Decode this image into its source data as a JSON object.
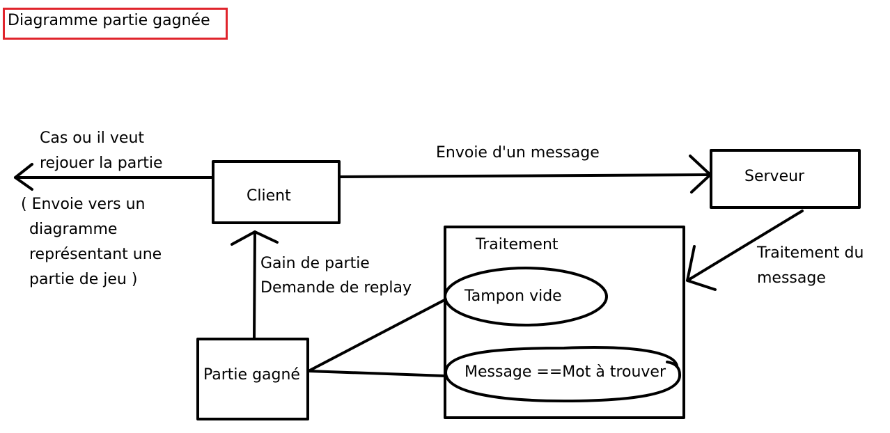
{
  "title": "Diagramme partie gagnée",
  "nodes": {
    "client": "Client",
    "serveur": "Serveur",
    "traitement": "Traitement",
    "tampon_vide": "Tampon vide",
    "message_mot": "Message ==Mot à trouver",
    "partie_gagne": "Partie gagné"
  },
  "labels": {
    "envoie_message": "Envoie d'un message",
    "rejouer": [
      "Cas ou il veut",
      "rejouer la partie"
    ],
    "envoie_diagramme": [
      "( Envoie vers un",
      "diagramme",
      "représentant une",
      "partie de jeu )"
    ],
    "traitement_du_message": [
      "Traitement du",
      "message"
    ],
    "gain_replay": [
      "Gain de partie",
      "Demande de replay"
    ]
  },
  "colors": {
    "title_border": "#e0242c",
    "stroke": "#000000"
  }
}
